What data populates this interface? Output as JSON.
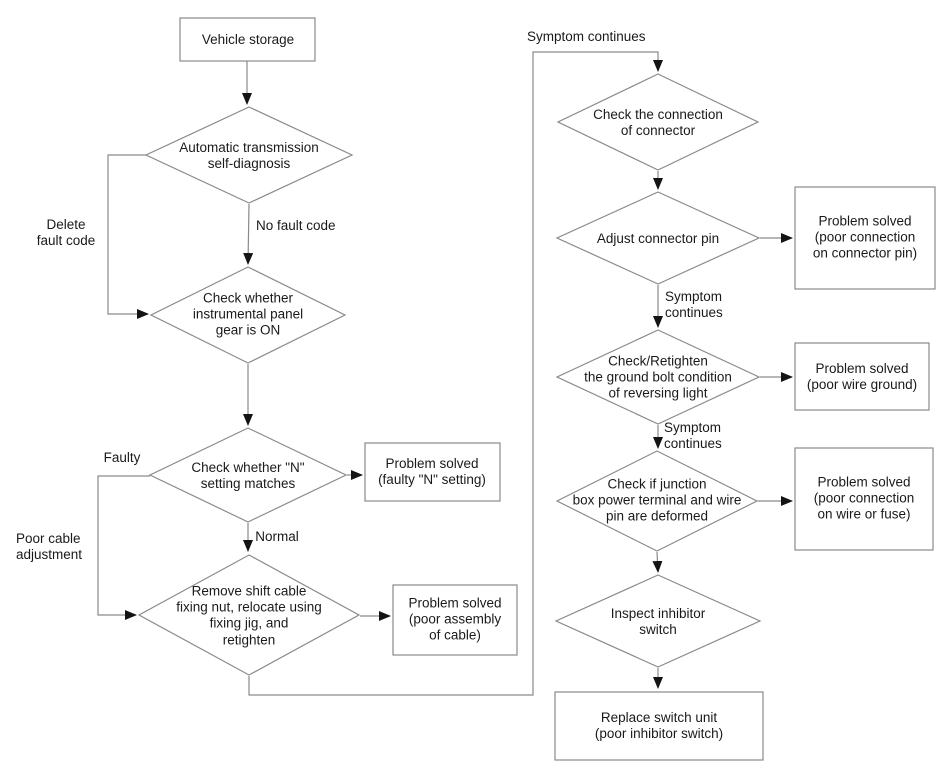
{
  "diagram_type": "flowchart",
  "colors": {
    "background": "#ffffff",
    "line": "#8a8a8a",
    "arrowhead": "#141414",
    "text": "#1a1a1a",
    "node_fill": "#ffffff"
  },
  "nodes": {
    "vehicle_storage": "Vehicle storage",
    "self_diagnosis": "Automatic transmission\nself-diagnosis",
    "panel_gear": "Check whether\ninstrumental panel\ngear is ON",
    "n_setting": "Check whether \"N\"\nsetting matches",
    "solved_n": "Problem solved\n(faulty \"N\" setting)",
    "shift_cable": "Remove shift cable\nfixing nut, relocate using\nfixing jig, and\nretighten",
    "solved_cable": "Problem solved\n(poor assembly\nof cable)",
    "connector_check": "Check the connection\nof connector",
    "connector_pin": "Adjust connector pin",
    "solved_pin": "Problem solved\n(poor connection\non connector pin)",
    "ground_bolt": "Check/Retighten\nthe ground bolt condition\nof reversing light",
    "solved_ground": "Problem solved\n(poor wire ground)",
    "junction_box": "Check if junction\nbox power terminal and wire\npin are deformed",
    "solved_fuse": "Problem solved\n(poor connection\non wire or fuse)",
    "inspect_switch": "Inspect inhibitor\nswitch",
    "replace_switch": "Replace switch unit\n(poor inhibitor switch)"
  },
  "edge_labels": {
    "delete_fault_code": "Delete\nfault code",
    "no_fault_code": "No fault code",
    "faulty": "Faulty",
    "normal": "Normal",
    "poor_cable_adjustment": "Poor cable\nadjustment",
    "symptom_continues_top": "Symptom continues",
    "symptom_continues_pin": "Symptom\ncontinues",
    "symptom_continues_ground": "Symptom\ncontinues"
  }
}
